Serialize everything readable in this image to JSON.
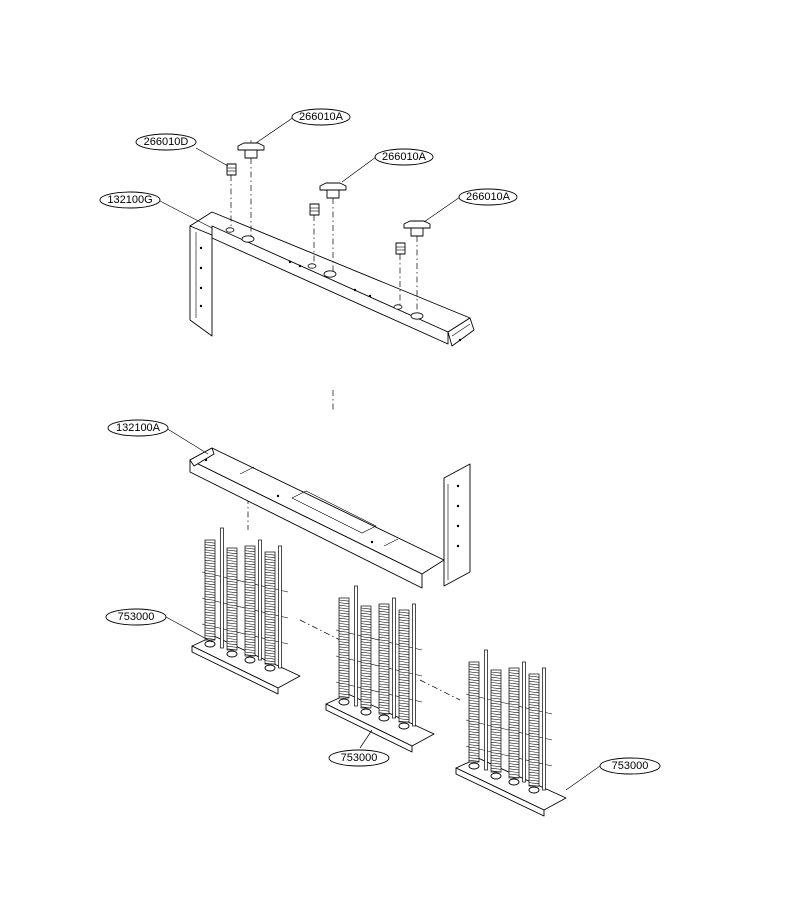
{
  "callouts": {
    "pan_nut_1": "266010A",
    "bushing_1": "266010D",
    "pan_nut_2": "266010A",
    "pan_nut_3": "266010A",
    "top_bracket": "132100G",
    "bottom_bracket": "132100A",
    "element_1": "753000",
    "element_2": "753000",
    "element_3": "753000"
  }
}
